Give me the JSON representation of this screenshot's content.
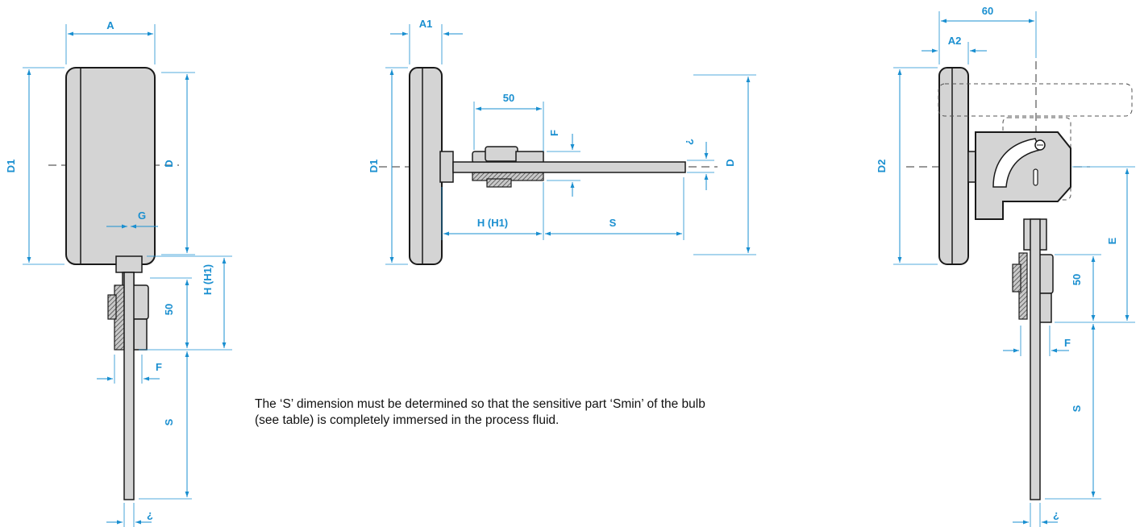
{
  "colors": {
    "dimension": "#1a8fd0",
    "outline": "#1a1a1a",
    "body_fill": "#d4d4d4",
    "hatch": "#3a3a3a"
  },
  "views": {
    "bottom_connection": {
      "A": "A",
      "D1": "D1",
      "D": "D",
      "G": "G",
      "H": "H (H1)",
      "L50": "50",
      "F": "F",
      "S": "S",
      "diameter": "¿"
    },
    "back_connection": {
      "A1": "A1",
      "D1": "D1",
      "L50": "50",
      "F": "F",
      "diameter": "¿",
      "D": "D",
      "H": "H (H1)",
      "S": "S"
    },
    "adjustable_connection": {
      "L60": "60",
      "A2": "A2",
      "D2": "D2",
      "E": "E",
      "L50": "50",
      "F": "F",
      "S": "S",
      "diameter": "¿"
    }
  },
  "note": {
    "line1": "The ‘S’ dimension must be determined so that the sensitive part ‘Smin’ of the bulb",
    "line2": "(see table) is completely immersed in the process fluid."
  }
}
